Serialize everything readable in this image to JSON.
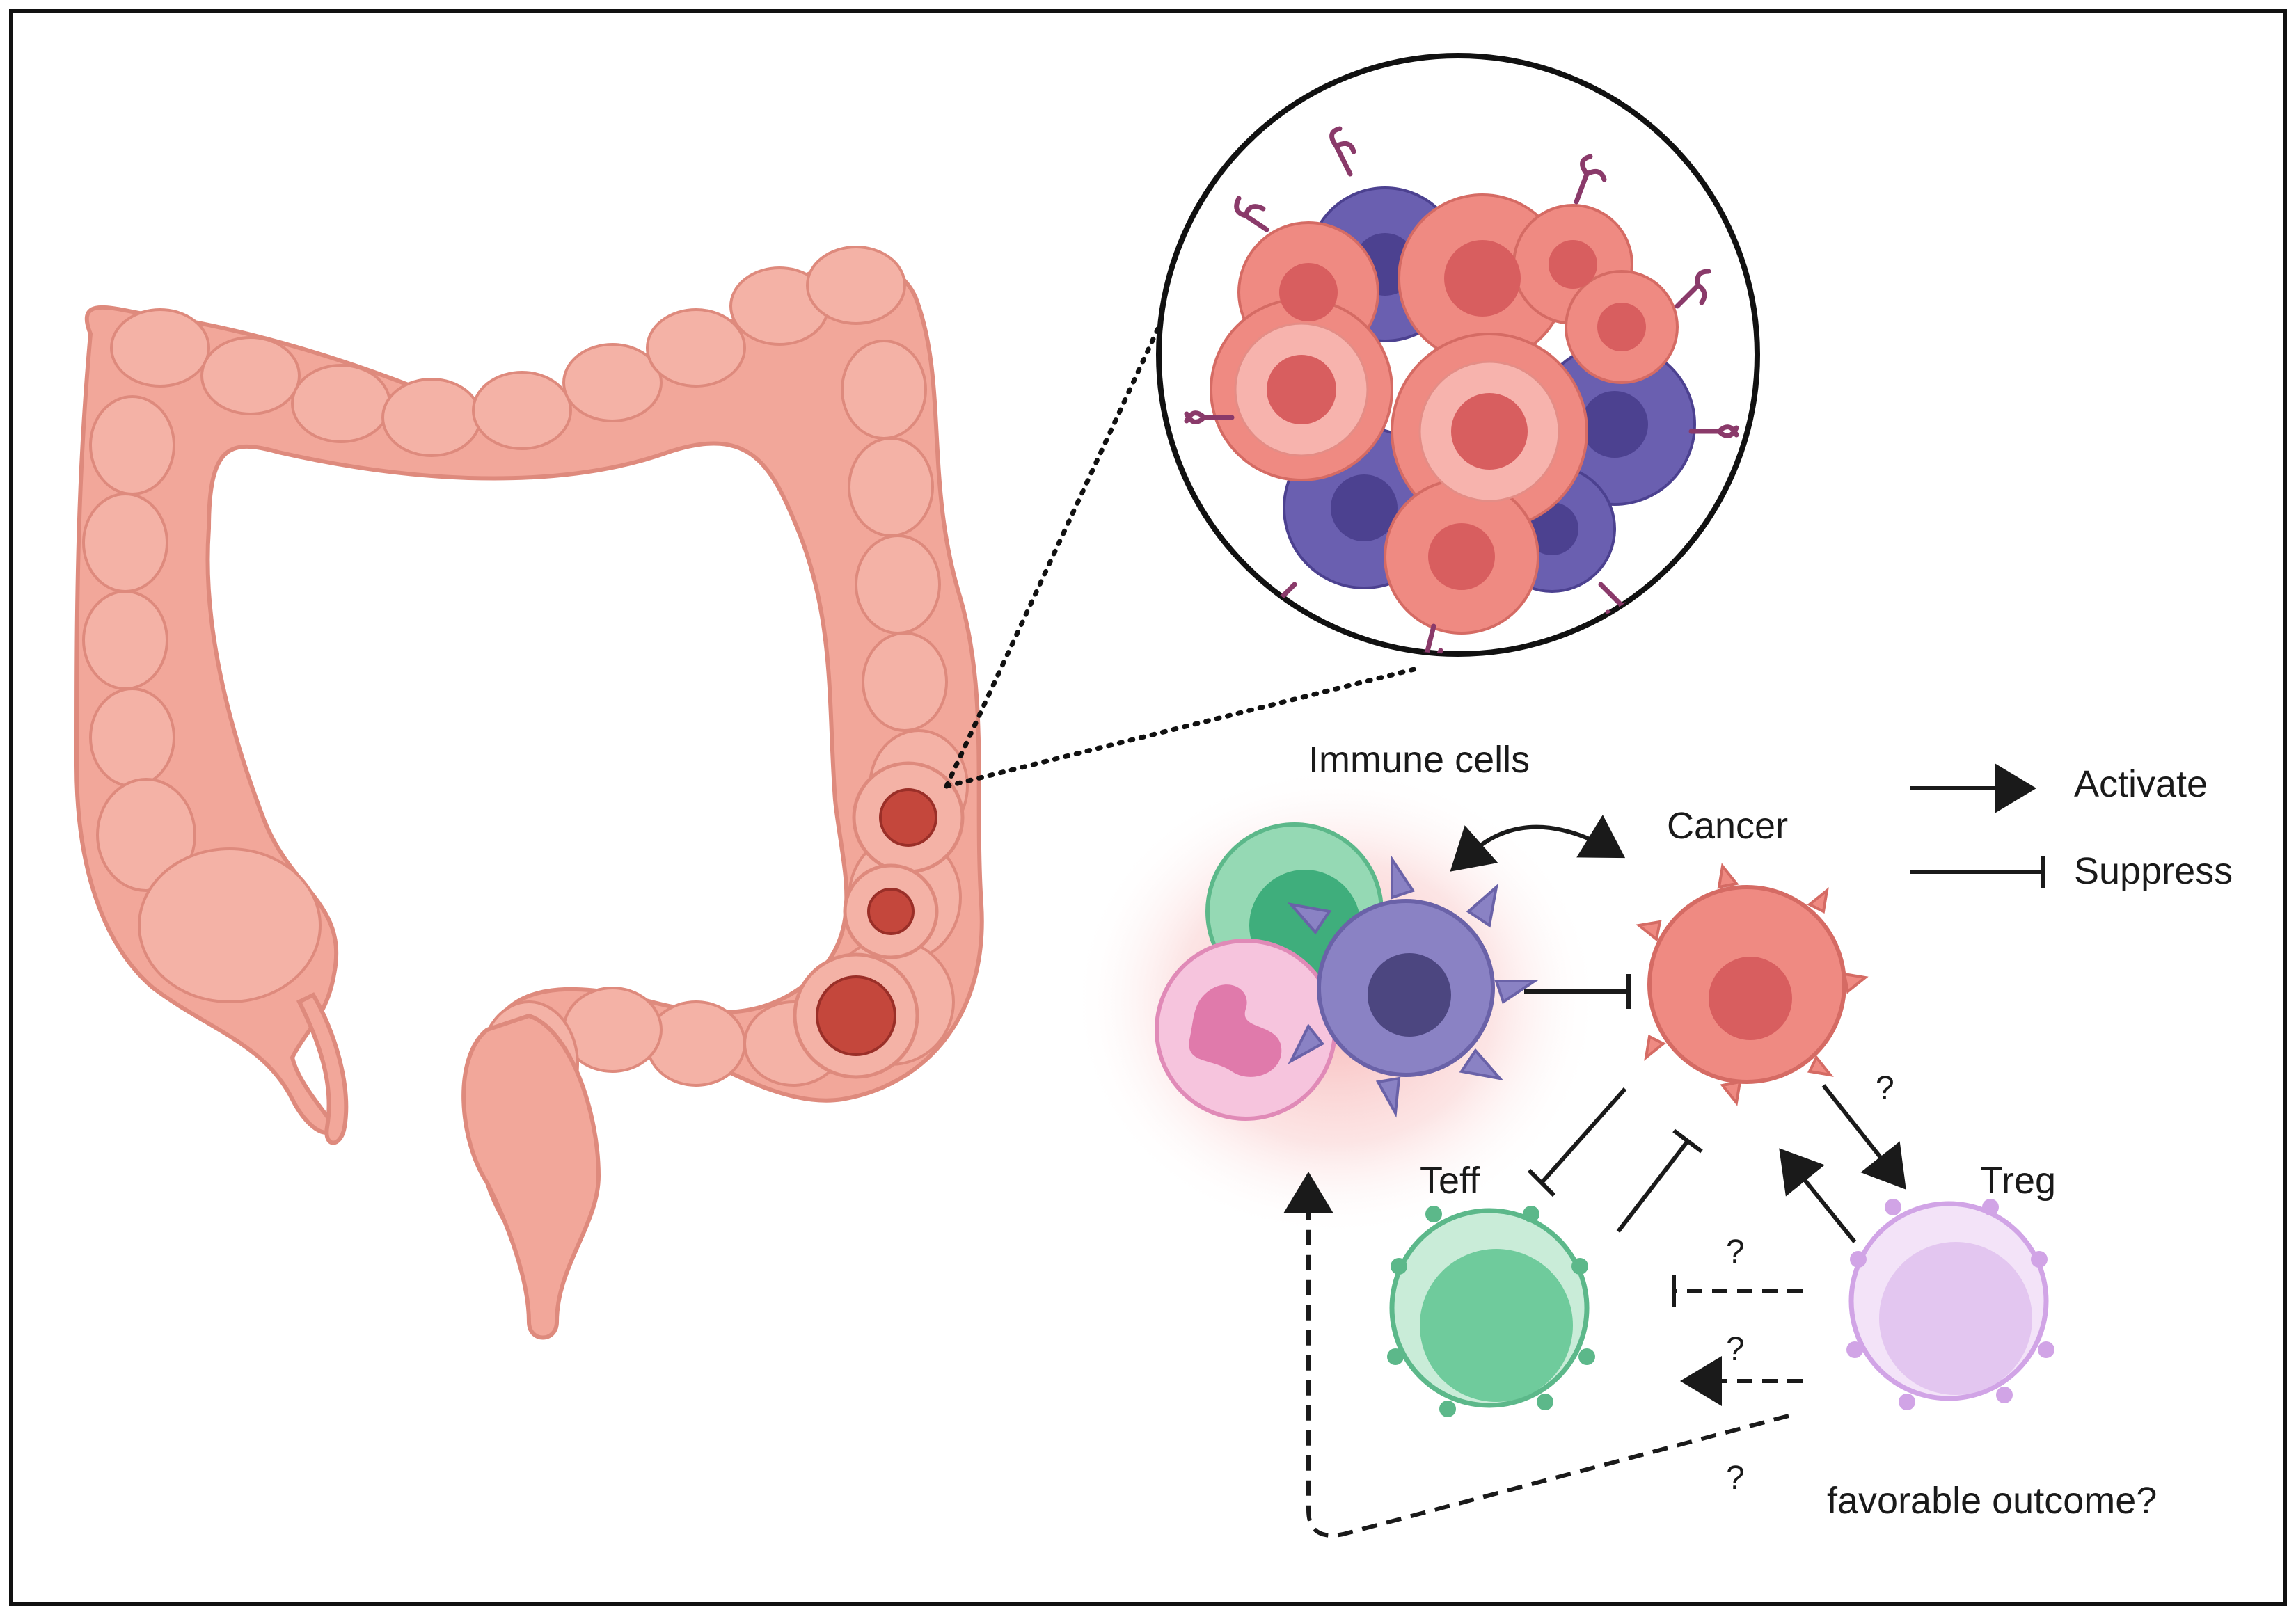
{
  "labels": {
    "immune_cells": "Immune cells",
    "cancer": "Cancer",
    "teff": "Teff",
    "treg": "Treg",
    "favorable_outcome": "favorable outcome?"
  },
  "legend": {
    "activate": "Activate",
    "suppress": "Suppress"
  },
  "question_marks": {
    "cancer_to_treg": "?",
    "treg_suppress_teff": "?",
    "treg_activate_teff": "?",
    "treg_to_immune": "?"
  },
  "colors": {
    "colon": "#f2a79a",
    "colon_outline": "#de8a7d",
    "tumor": "#c4473c",
    "cancer_cell": "#ef8a82",
    "cancer_nucleus": "#d85e5f",
    "immune_purple": "#6a5fb0",
    "teff_green": "#5cc795",
    "treg_lavender": "#e3c6f0",
    "neutrophil_pink": "#f2a3c8",
    "immune_glow": "#f5a0a0"
  }
}
